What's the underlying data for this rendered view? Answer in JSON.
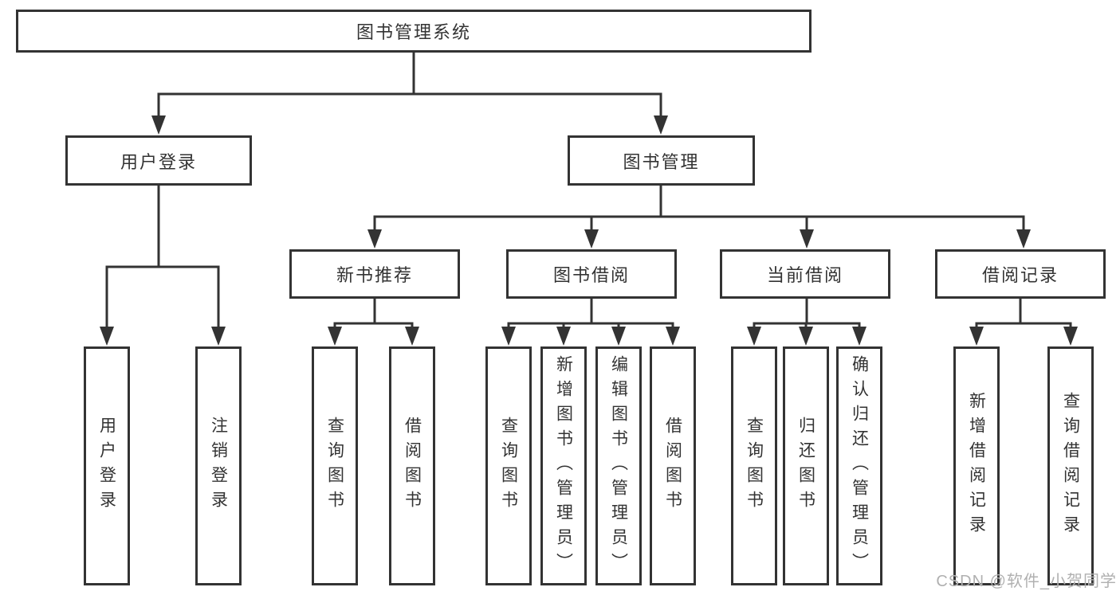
{
  "diagram": {
    "title": "图书管理系统",
    "type": "hierarchy-tree",
    "colors": {
      "line": "#333333",
      "border": "#333333",
      "text": "#333333",
      "box_background": "#ffffff",
      "page_background": "#ffffff",
      "watermark": "#b0b0b0"
    },
    "watermark": "CSDN @软件_小贺同学",
    "nodes": {
      "root": {
        "label": "图书管理系统"
      },
      "login": {
        "label": "用户登录"
      },
      "mgmt": {
        "label": "图书管理"
      },
      "rec": {
        "label": "新书推荐"
      },
      "borrow": {
        "label": "图书借阅"
      },
      "current": {
        "label": "当前借阅"
      },
      "records": {
        "label": "借阅记录"
      },
      "login_user": {
        "label": "用户登录"
      },
      "login_logout": {
        "label": "注销登录"
      },
      "rec_query": {
        "label": "查询图书"
      },
      "rec_borrow": {
        "label": "借阅图书"
      },
      "borrow_query": {
        "label": "查询图书"
      },
      "borrow_add": {
        "label": "新增图书（管理员）"
      },
      "borrow_edit": {
        "label": "编辑图书（管理员）"
      },
      "borrow_borrow": {
        "label": "借阅图书"
      },
      "cur_query": {
        "label": "查询图书"
      },
      "cur_return": {
        "label": "归还图书"
      },
      "cur_confirm": {
        "label": "确认归还（管理员）"
      },
      "recd_add": {
        "label": "新增借阅记录"
      },
      "recd_query": {
        "label": "查询借阅记录"
      }
    },
    "tree": {
      "图书管理系统": {
        "用户登录": [
          "用户登录",
          "注销登录"
        ],
        "图书管理": {
          "新书推荐": [
            "查询图书",
            "借阅图书"
          ],
          "图书借阅": [
            "查询图书",
            "新增图书（管理员）",
            "编辑图书（管理员）",
            "借阅图书"
          ],
          "当前借阅": [
            "查询图书",
            "归还图书",
            "确认归还（管理员）"
          ],
          "借阅记录": [
            "新增借阅记录",
            "查询借阅记录"
          ]
        }
      }
    }
  }
}
